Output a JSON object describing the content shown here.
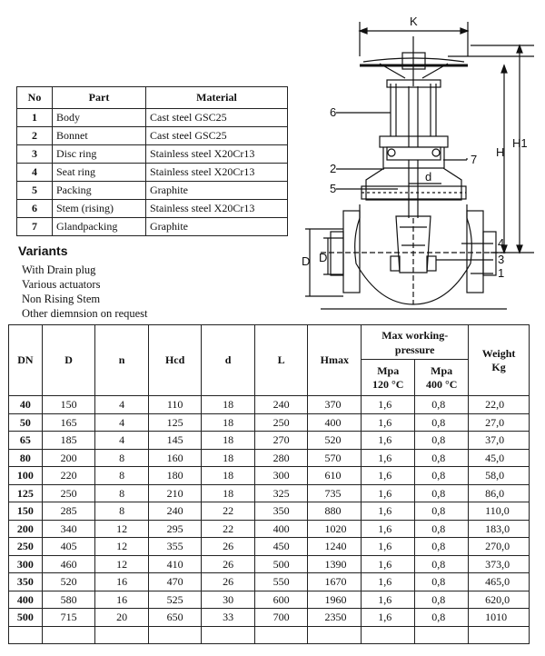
{
  "parts": {
    "headers": [
      "No",
      "Part",
      "Material"
    ],
    "rows": [
      [
        "1",
        "Body",
        "Cast steel GSC25"
      ],
      [
        "2",
        "Bonnet",
        "Cast steel GSC25"
      ],
      [
        "3",
        "Disc ring",
        "Stainless steel X20Cr13"
      ],
      [
        "4",
        "Seat ring",
        "Stainless steel X20Cr13"
      ],
      [
        "5",
        "Packing",
        "Graphite"
      ],
      [
        "6",
        "Stem (rising)",
        "Stainless steel X20Cr13"
      ],
      [
        "7",
        "Glandpacking",
        "Graphite"
      ]
    ]
  },
  "variants": {
    "title": "Variants",
    "items": [
      "With Drain plug",
      "Various actuators",
      "Non Rising Stem",
      "Other diemnsion on request"
    ]
  },
  "drawing": {
    "labels": {
      "k": "K",
      "h": "H",
      "h1": "H1",
      "d_outer": "D",
      "d_inner": "D",
      "d_small": "d",
      "n1": "1",
      "n2": "2",
      "n3": "3",
      "n4": "4",
      "n5": "5",
      "n6": "6",
      "n7": "7"
    }
  },
  "dimensions": {
    "headers": {
      "dn": "DN",
      "d_outer": "D",
      "n": "n",
      "hcd": "Hcd",
      "d": "d",
      "l": "L",
      "hmax": "Hmax",
      "pressure_group": "Max working-pressure",
      "mpa120_a": "Mpa",
      "mpa120_b": "120 °C",
      "mpa400_a": "Mpa",
      "mpa400_b": "400 °C",
      "weight_a": "Weight",
      "weight_b": "Kg"
    },
    "rows": [
      [
        "40",
        "150",
        "4",
        "110",
        "18",
        "240",
        "370",
        "1,6",
        "0,8",
        "22,0"
      ],
      [
        "50",
        "165",
        "4",
        "125",
        "18",
        "250",
        "400",
        "1,6",
        "0,8",
        "27,0"
      ],
      [
        "65",
        "185",
        "4",
        "145",
        "18",
        "270",
        "520",
        "1,6",
        "0,8",
        "37,0"
      ],
      [
        "80",
        "200",
        "8",
        "160",
        "18",
        "280",
        "570",
        "1,6",
        "0,8",
        "45,0"
      ],
      [
        "100",
        "220",
        "8",
        "180",
        "18",
        "300",
        "610",
        "1,6",
        "0,8",
        "58,0"
      ],
      [
        "125",
        "250",
        "8",
        "210",
        "18",
        "325",
        "735",
        "1,6",
        "0,8",
        "86,0"
      ],
      [
        "150",
        "285",
        "8",
        "240",
        "22",
        "350",
        "880",
        "1,6",
        "0,8",
        "110,0"
      ],
      [
        "200",
        "340",
        "12",
        "295",
        "22",
        "400",
        "1020",
        "1,6",
        "0,8",
        "183,0"
      ],
      [
        "250",
        "405",
        "12",
        "355",
        "26",
        "450",
        "1240",
        "1,6",
        "0,8",
        "270,0"
      ],
      [
        "300",
        "460",
        "12",
        "410",
        "26",
        "500",
        "1390",
        "1,6",
        "0,8",
        "373,0"
      ],
      [
        "350",
        "520",
        "16",
        "470",
        "26",
        "550",
        "1670",
        "1,6",
        "0,8",
        "465,0"
      ],
      [
        "400",
        "580",
        "16",
        "525",
        "30",
        "600",
        "1960",
        "1,6",
        "0,8",
        "620,0"
      ],
      [
        "500",
        "715",
        "20",
        "650",
        "33",
        "700",
        "2350",
        "1,6",
        "0,8",
        "1010"
      ],
      [
        "",
        "",
        "",
        "",
        "",
        "",
        "",
        "",
        "",
        ""
      ]
    ]
  }
}
